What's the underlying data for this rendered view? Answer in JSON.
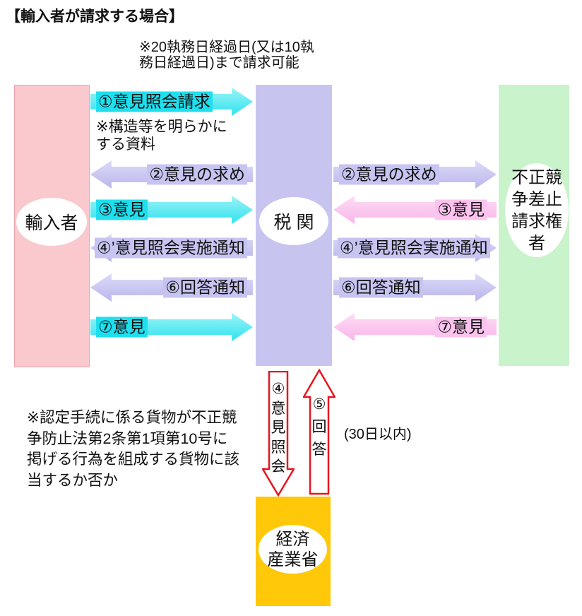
{
  "title": "【輸入者が請求する場合】",
  "notes": {
    "deadline": "※20執務日経過日(又は10執\n務日経過日)まで請求可能",
    "materials": "※構造等を明らかに\nする資料",
    "recognition": "※認定手続に係る貨物が不正競\n争防止法第2条第1項第10号に\n掲げる行為を組成する貨物に該\n当するか否か",
    "within_30_days": "(30日以内)"
  },
  "entities": {
    "importer": {
      "label": "輸入者",
      "fill": "#f9c9ce"
    },
    "customs": {
      "label": "税 関",
      "fill": "#c7c5f0"
    },
    "rights_holder": {
      "label": "不正競\n争差止\n請求権\n者",
      "fill": "#c9f3cb"
    },
    "meti": {
      "label": "経済\n産業省",
      "fill": "#ffc808"
    }
  },
  "flows_importer_customs": [
    {
      "label": "①意見照会請求",
      "from": "輸入者",
      "to": "税関",
      "color": "cyan"
    },
    {
      "label": "②意見の求め",
      "from": "税関",
      "to": "輸入者",
      "color": "lavender"
    },
    {
      "label": "③意見",
      "from": "輸入者",
      "to": "税関",
      "color": "cyan"
    },
    {
      "label": "④’意見照会実施通知",
      "from": "税関",
      "to": "輸入者",
      "color": "lavender"
    },
    {
      "label": "⑥回答通知",
      "from": "税関",
      "to": "輸入者",
      "color": "lavender"
    },
    {
      "label": "⑦意見",
      "from": "輸入者",
      "to": "税関",
      "color": "cyan"
    }
  ],
  "flows_customs_rightsholder": [
    {
      "label": "②意見の求め",
      "from": "税関",
      "to": "不正競争差止請求権者",
      "color": "lavender"
    },
    {
      "label": "③意見",
      "from": "不正競争差止請求権者",
      "to": "税関",
      "color": "pink"
    },
    {
      "label": "④’意見照会実施通知",
      "from": "税関",
      "to": "不正競争差止請求権者",
      "color": "lavender"
    },
    {
      "label": "⑥回答通知",
      "from": "税関",
      "to": "不正競争差止請求権者",
      "color": "lavender"
    },
    {
      "label": "⑦意見",
      "from": "不正競争差止請求権者",
      "to": "税関",
      "color": "pink"
    }
  ],
  "flows_customs_meti": [
    {
      "label": "④\n意\n見\n照\n会",
      "from": "税関",
      "to": "経済産業省",
      "direction": "down"
    },
    {
      "label": "⑤\n回\n答",
      "from": "経済産業省",
      "to": "税関",
      "direction": "up"
    }
  ],
  "colors": {
    "importer_box": "#f9c9ce",
    "customs_box": "#c7c5f0",
    "rights_holder_box": "#c9f3cb",
    "meti_box": "#ffc808",
    "cyan_arrow": "#2ee3ef",
    "lavender_arrow": "#c7c4f1",
    "pink_arrow": "#fbc3ee",
    "red_outline_arrow": "#e8151e"
  }
}
